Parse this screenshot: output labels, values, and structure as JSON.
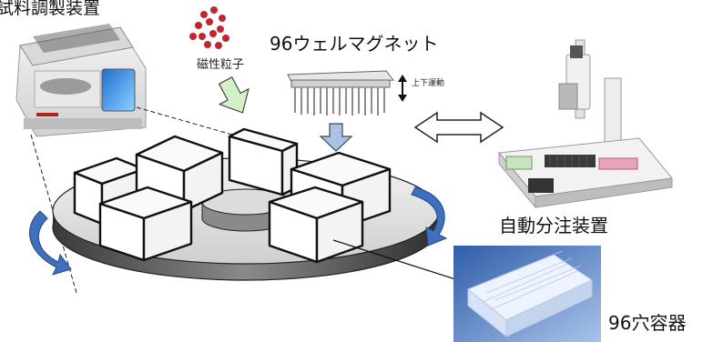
{
  "labels": {
    "sample_prep_device": "試料調製装置",
    "magnetic_particles": "磁性粒子",
    "magnet_96well": "96ウェルマグネット",
    "up_down_motion": "上下運動",
    "auto_dispenser": "自動分注装置",
    "plate_96": "96穴容器"
  },
  "colors": {
    "arrow_fill": "#a9c2e6",
    "arrow_green": "#d4f0c8",
    "rotate_arrow": "#3f6fbf",
    "particle": "#c0272d",
    "plate_blue": "#4a72b8"
  }
}
